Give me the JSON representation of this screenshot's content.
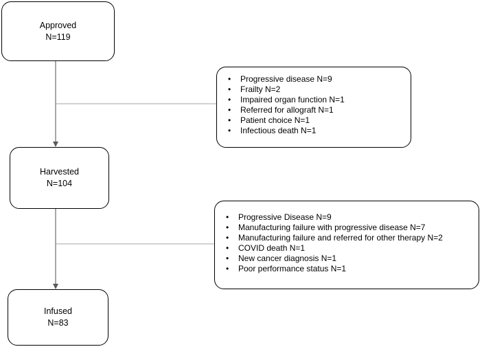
{
  "stages": {
    "approved": {
      "label": "Approved",
      "count": "N=119"
    },
    "harvested": {
      "label": "Harvested",
      "count": "N=104"
    },
    "infused": {
      "label": "Infused",
      "count": "N=83"
    }
  },
  "exclusions": {
    "before_harvest": [
      "Progressive disease N=9",
      "Frailty N=2",
      "Impaired organ function N=1",
      "Referred for allograft N=1",
      "Patient choice N=1",
      "Infectious death N=1"
    ],
    "before_infusion": [
      "Progressive Disease N=9",
      "Manufacturing failure with progressive disease N=7",
      "Manufacturing failure and referred for other therapy N=2",
      "COVID death N=1",
      "New cancer diagnosis N=1",
      "Poor performance status N=1"
    ]
  },
  "colors": {
    "border": "#000000",
    "arrow": "#6b6b6b",
    "connector": "#a6a6a6"
  }
}
